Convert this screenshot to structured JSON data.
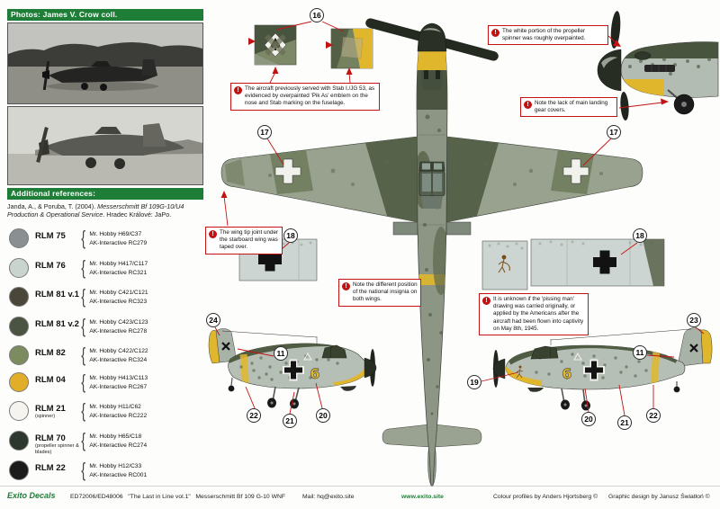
{
  "colors": {
    "header_green": "#1e7e37",
    "annotation_red": "#c41212",
    "yellow": "#e0b72c"
  },
  "photos": {
    "header": "Photos: James V. Crow coll."
  },
  "references": {
    "header": "Additional references:",
    "pre": "Janda, A., & Poruba, T. (2004). ",
    "italic": "Messerschmitt Bf 109G-10/U4 Production & Operational Service",
    "post": ". Hradec Králové: JaPo."
  },
  "paints": [
    {
      "name": "RLM 75",
      "note": "",
      "line1": "Mr. Hobby H69/C37",
      "line2": "AK-Interactive RC279",
      "color": "#8a9091"
    },
    {
      "name": "RLM 76",
      "note": "",
      "line1": "Mr. Hobby H417/C117",
      "line2": "AK-Interactive RC321",
      "color": "#c9d4cf"
    },
    {
      "name": "RLM 81 v.1",
      "note": "",
      "line1": "Mr. Hobby C421/C121",
      "line2": "AK-Interactive RC323",
      "color": "#4a4639"
    },
    {
      "name": "RLM 81 v.2",
      "note": "",
      "line1": "Mr. Hobby C423/C123",
      "line2": "AK-Interactive RC278",
      "color": "#4b5442"
    },
    {
      "name": "RLM 82",
      "note": "",
      "line1": "Mr. Hobby C422/C122",
      "line2": "AK-Interactive RC324",
      "color": "#7c8c5f"
    },
    {
      "name": "RLM 04",
      "note": "",
      "line1": "Mr. Hobby H413/C113",
      "line2": "AK-Interactive RC267",
      "color": "#e2ae2a"
    },
    {
      "name": "RLM 21",
      "note": "(spinner)",
      "line1": "Mr. Hobby H11/C62",
      "line2": "AK-Interactive RC222",
      "color": "#f5f4ee"
    },
    {
      "name": "RLM 70",
      "note": "(propeller spinner & blades)",
      "line1": "Mr. Hobby H65/C18",
      "line2": "AK-Interactive RC274",
      "color": "#2e372e"
    },
    {
      "name": "RLM 22",
      "note": "",
      "line1": "Mr. Hobby H12/C33",
      "line2": "AK-Interactive RC001",
      "color": "#1b1b1b"
    }
  ],
  "markings": {
    "number": "6"
  },
  "callouts": [
    "16",
    "17",
    "17",
    "18",
    "18",
    "24",
    "11",
    "22",
    "21",
    "20",
    "19",
    "20",
    "21",
    "22",
    "11",
    "23"
  ],
  "icon": {
    "exclamation": "!"
  },
  "misc": {
    "brace": "{"
  },
  "notes": {
    "pik_as": "The aircraft previously served with Stab I./JG 53, as evidenced by overpainted 'Pik As' emblem on the nose and Stab marking on the fuselage.",
    "spinner": "The white portion of the propeller spinner was roughly overpainted.",
    "gear": "Note the lack of main landing gear covers.",
    "wingtip": "The wing tip joint under the starboard wing was taped over.",
    "insignia": "Note the different position of the national insignia on both wings.",
    "pissing_man": "It is unknown if the 'pissing man' drawing was carried originally, or applied by the Americans after the aircraft had been flown into captivity on May 8th, 1945."
  },
  "footer": {
    "logo": "Exito Decals",
    "code": "ED72006/ED48006",
    "title": "\"The Last in Line vol.1\"",
    "subject": "Messerschmitt Bf 109 G-10 WNF",
    "mail": "Mail: hq@exito.site",
    "site": "www.exito.site",
    "colour_credit": "Colour profiles by Anders Hjortsberg ©",
    "design_credit": "Graphic design by Janusz Światłoń ©"
  }
}
